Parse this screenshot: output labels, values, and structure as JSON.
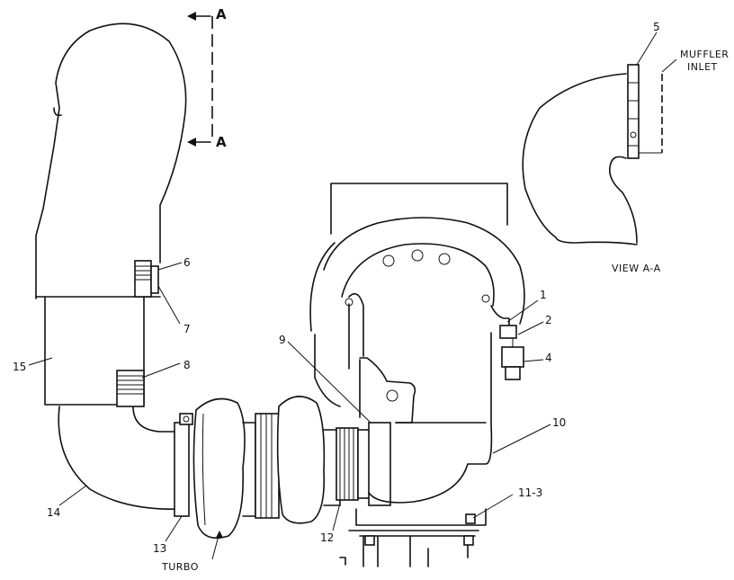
{
  "section_marks": [
    "A",
    "A"
  ],
  "view_caption": "VIEW A-A",
  "muffler_label": [
    "MUFFLER",
    "INLET"
  ],
  "turbo_label": "TURBO",
  "callouts": [
    "1",
    "2",
    "4",
    "5",
    "6",
    "7",
    "8",
    "9",
    "10",
    "11-3",
    "12",
    "13",
    "14",
    "15"
  ],
  "colors": {
    "line": "#111111",
    "background": "#ffffff"
  }
}
